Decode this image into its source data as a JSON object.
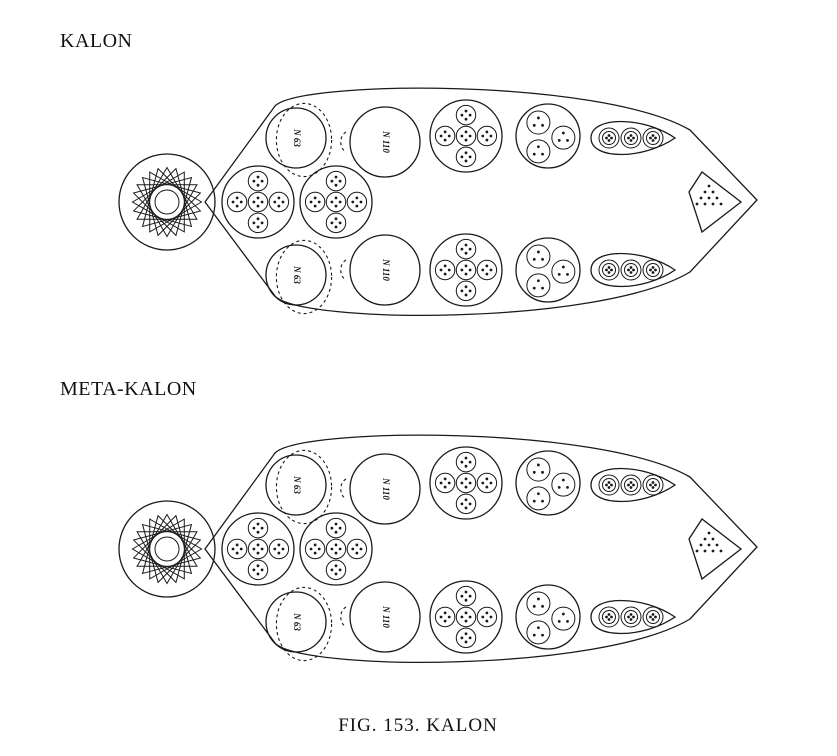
{
  "labels": {
    "top_title": "KALON",
    "bottom_title": "META-KALON",
    "caption": "FIG.   153.   KALON"
  },
  "diagrams": [
    {
      "name": "kalon",
      "upper_row": [
        "N 63",
        "N 110"
      ],
      "lower_row": [
        "N 63",
        "N 110"
      ]
    },
    {
      "name": "meta-kalon",
      "upper_row": [
        "N 63",
        "N 110"
      ],
      "lower_row": [
        "N 63",
        "N 110"
      ]
    }
  ]
}
